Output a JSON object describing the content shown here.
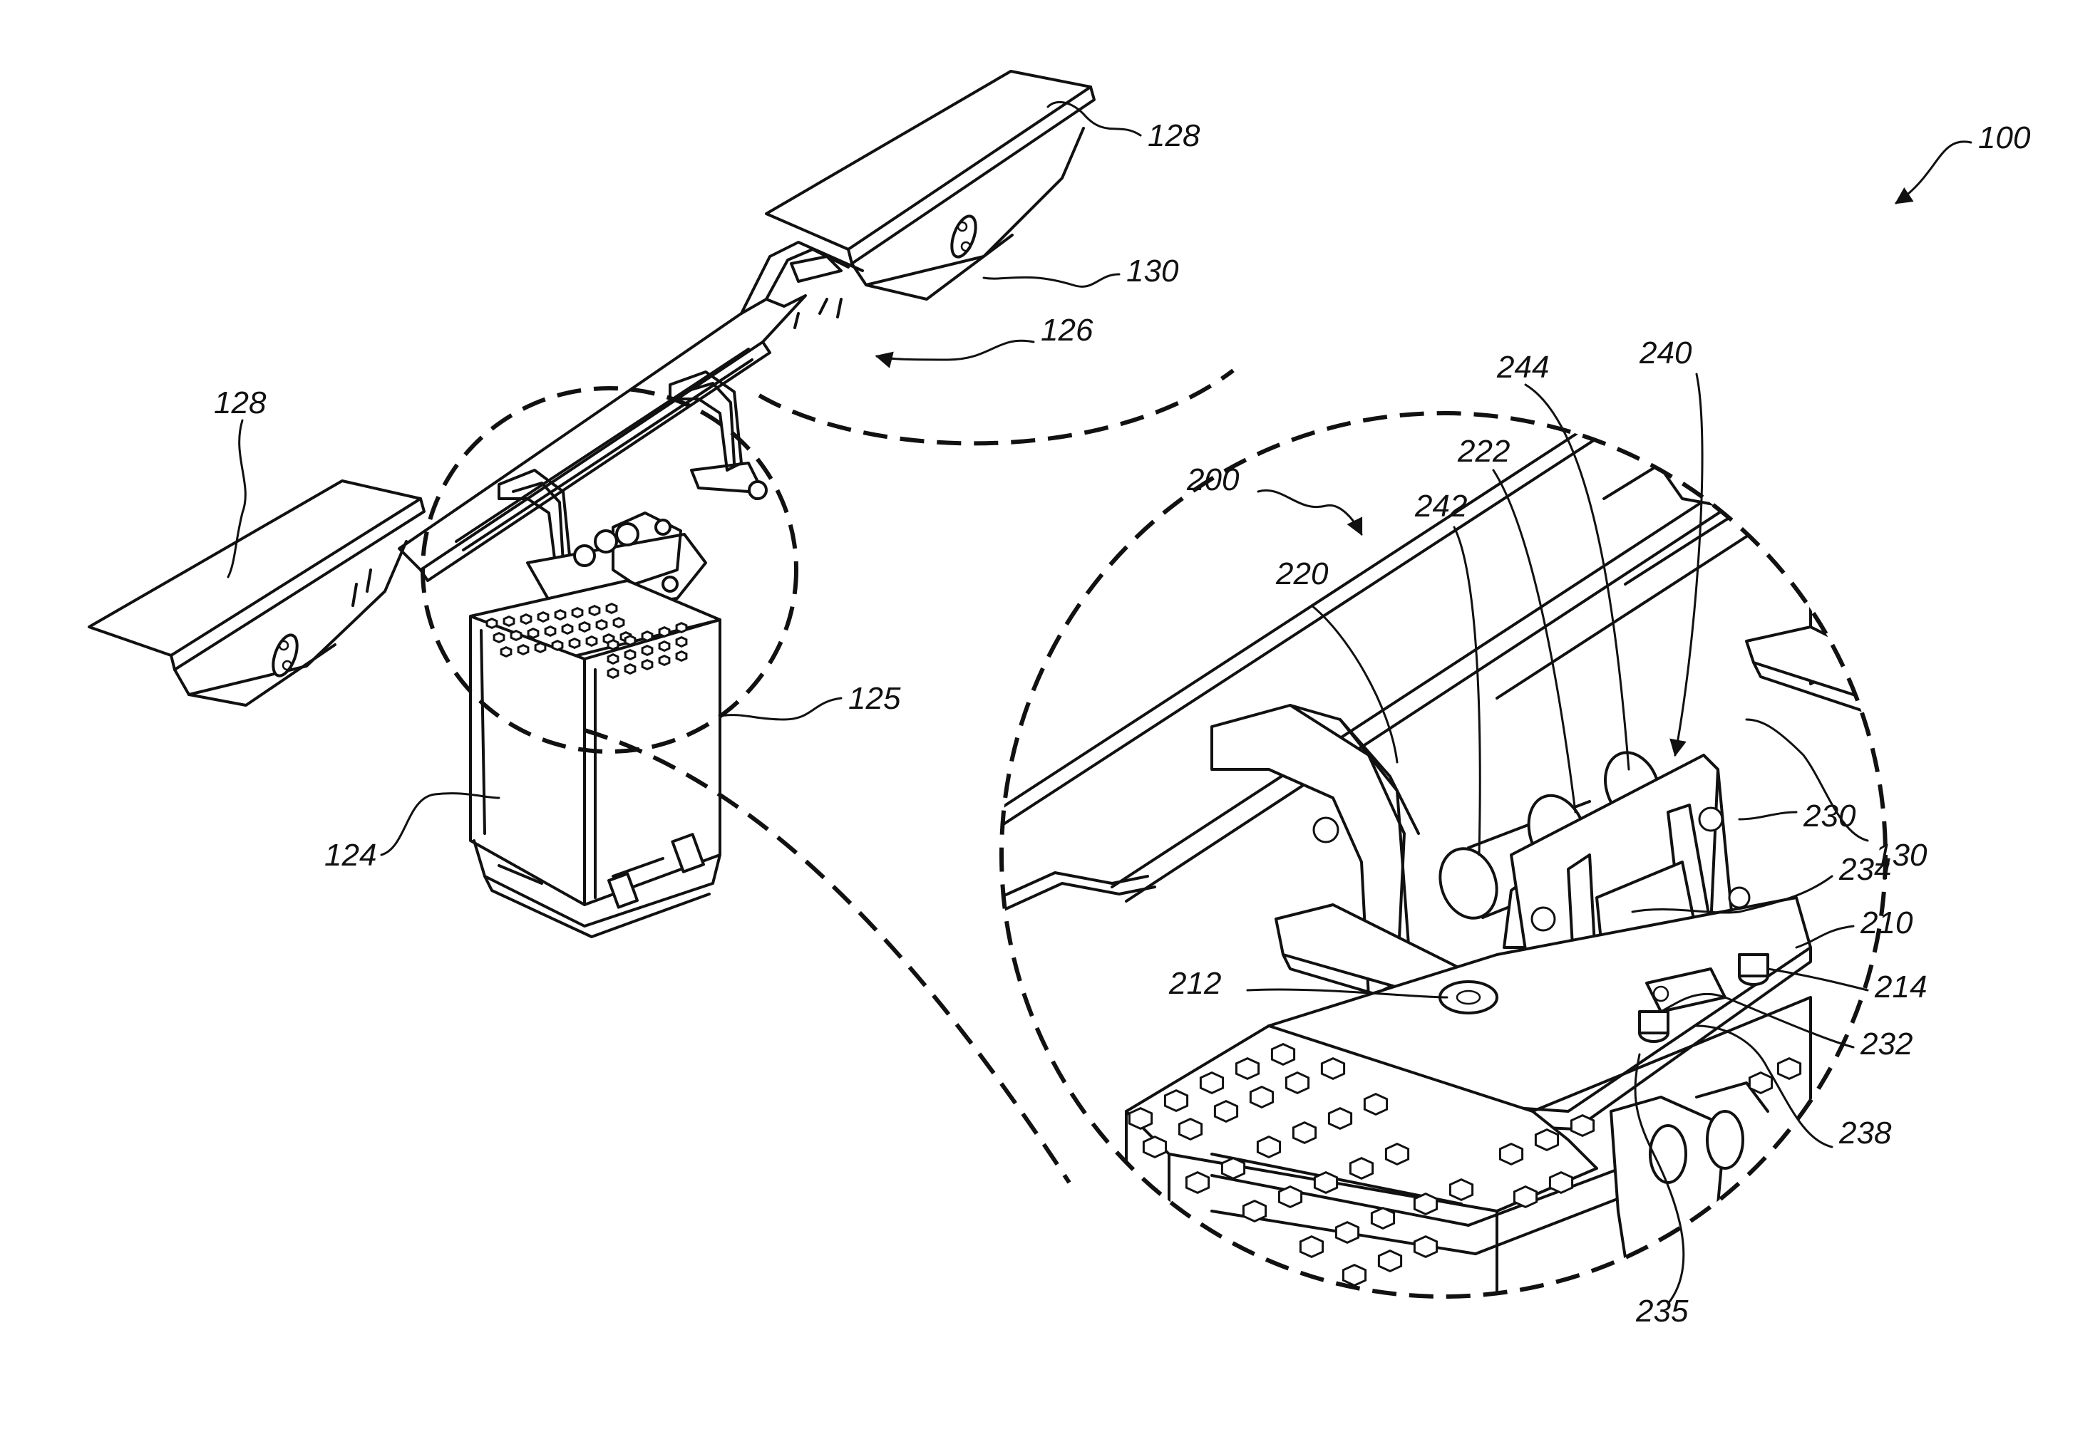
{
  "figure": {
    "labels": {
      "l100": "100",
      "l128a": "128",
      "l128b": "128",
      "l130a": "130",
      "l126": "126",
      "l125": "125",
      "l124": "124",
      "l200": "200",
      "l220": "220",
      "l242": "242",
      "l222": "222",
      "l244": "244",
      "l240": "240",
      "l230": "230",
      "l130b": "130",
      "l234": "234",
      "l210": "210",
      "l212": "212",
      "l214": "214",
      "l232": "232",
      "l238": "238",
      "l235": "235"
    }
  }
}
